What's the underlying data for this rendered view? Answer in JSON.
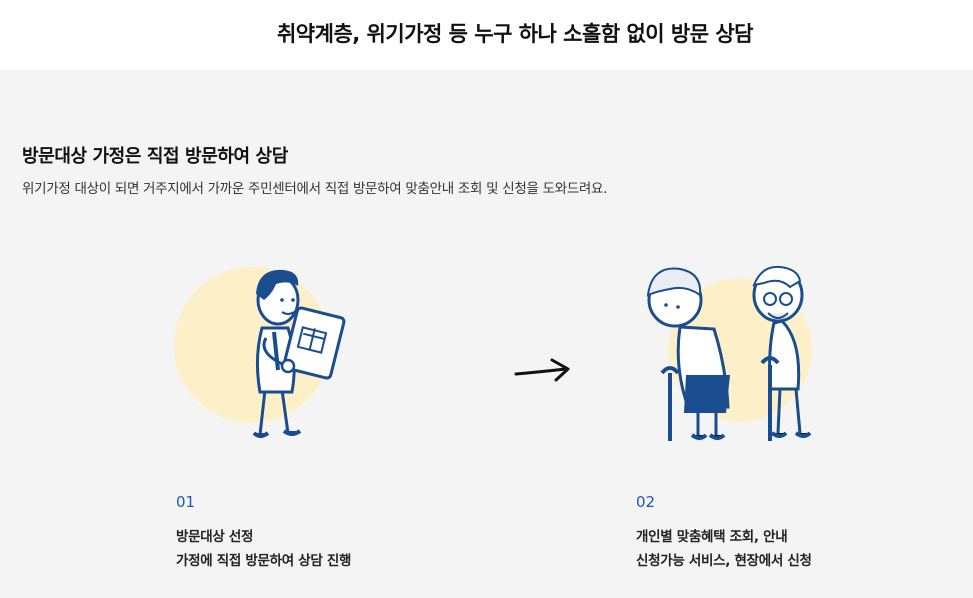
{
  "header": {
    "title": "취약계층, 위기가정 등 누구 하나 소홀함 없이 방문 상담"
  },
  "section": {
    "title": "방문대상 가정은 직접 방문하여 상담",
    "description": "위기가정 대상이 되면 거주지에서 가까운 주민센터에서 직접 방문하여 맞춤안내 조회 및 신청을 도와드려요."
  },
  "steps": [
    {
      "number": "01",
      "line1": "방문대상 선정",
      "line2": "가정에 직접 방문하여 상담 진행"
    },
    {
      "number": "02",
      "line1": "개인별 맞춤혜택 조회, 안내",
      "line2": "신청가능 서비스, 현장에서 신청"
    }
  ],
  "colors": {
    "accent_blue": "#1b58b8",
    "illustration_navy": "#1a4d8f",
    "illustration_circle": "#fdf0c8"
  },
  "icons": [
    "worker-with-tablet-illustration",
    "arrow-right-icon",
    "elderly-couple-illustration"
  ]
}
